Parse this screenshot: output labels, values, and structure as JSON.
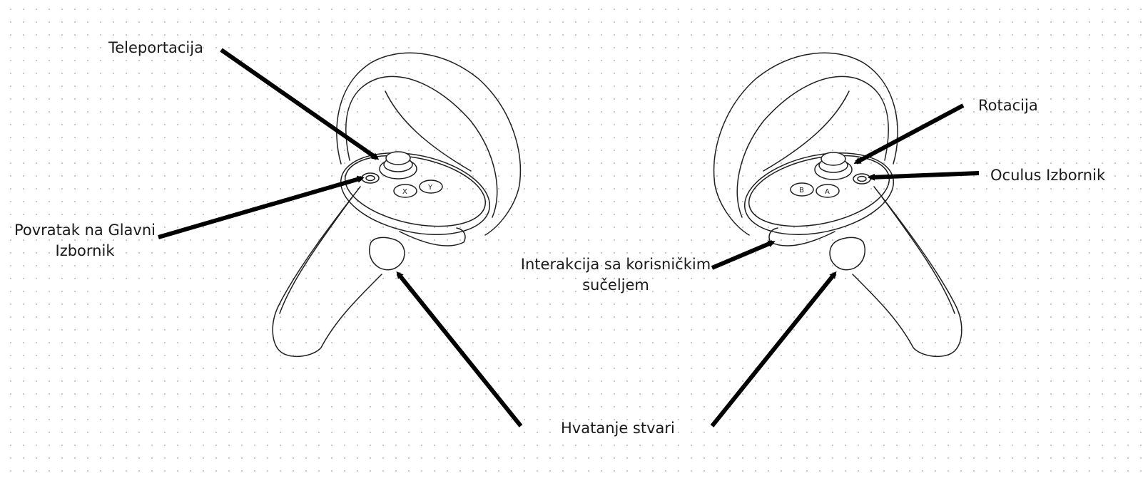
{
  "labels": {
    "teleport": "Teleportacija",
    "back_line1": "Povratak na Glavni",
    "back_line2": "Izbornik",
    "rotation": "Rotacija",
    "oculus_menu": "Oculus Izbornik",
    "ui_line1": "Interakcija sa korisničkim",
    "ui_line2": "sučeljem",
    "grab": "Hvatanje stvari"
  },
  "buttons": {
    "left": [
      "X",
      "Y"
    ],
    "right": [
      "B",
      "A"
    ]
  },
  "colors": {
    "arrow": "#000000",
    "outline": "#1f1f1f",
    "dots": "#c9c9c9"
  }
}
